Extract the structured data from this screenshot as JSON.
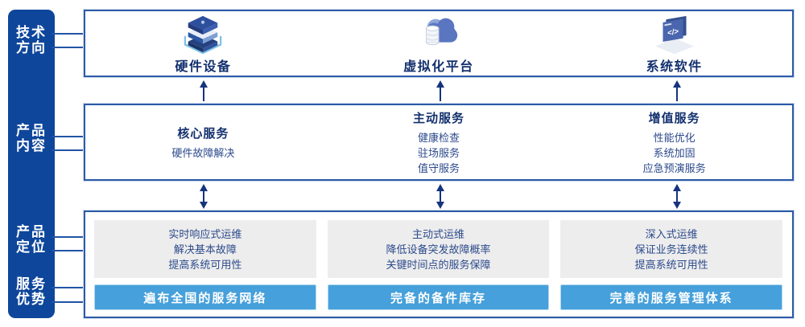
{
  "colors": {
    "sidebar_blue": "#0E469B",
    "frame_border_blue": "#2C5AA6",
    "connector_blue": "#2155A5",
    "banner_blue": "#46A0DB",
    "panel_gray": "#EDEDED",
    "title_navy": "#13306E",
    "body_text_blue": "#2C4A8C",
    "arrow_navy": "#16337E"
  },
  "sidebar": {
    "items": [
      {
        "lines": [
          "技术",
          "方向"
        ]
      },
      {
        "lines": [
          "产品",
          "内容"
        ]
      },
      {
        "lines": [
          "产品",
          "定位"
        ]
      },
      {
        "lines": [
          "服务",
          "优势"
        ]
      }
    ]
  },
  "tech_row": {
    "items": [
      {
        "icon": "server-stack-icon",
        "label": "硬件设备"
      },
      {
        "icon": "cloud-database-icon",
        "label": "虚拟化平台"
      },
      {
        "icon": "code-window-icon",
        "label": "系统软件"
      }
    ]
  },
  "content_row": {
    "columns": [
      {
        "title": "核心服务",
        "items": [
          "硬件故障解决"
        ]
      },
      {
        "title": "主动服务",
        "items": [
          "健康检查",
          "驻场服务",
          "值守服务"
        ]
      },
      {
        "title": "增值服务",
        "items": [
          "性能优化",
          "系统加固",
          "应急预演服务"
        ]
      }
    ]
  },
  "bottom_row": {
    "columns": [
      {
        "positioning": [
          "实时响应式运维",
          "解决基本故障",
          "提高系统可用性"
        ],
        "advantage": "遍布全国的服务网络"
      },
      {
        "positioning": [
          "主动式运维",
          "降低设备突发故障概率",
          "关键时间点的服务保障"
        ],
        "advantage": "完备的备件库存"
      },
      {
        "positioning": [
          "深入式运维",
          "保证业务连续性",
          "提高系统可用性"
        ],
        "advantage": "完善的服务管理体系"
      }
    ]
  }
}
